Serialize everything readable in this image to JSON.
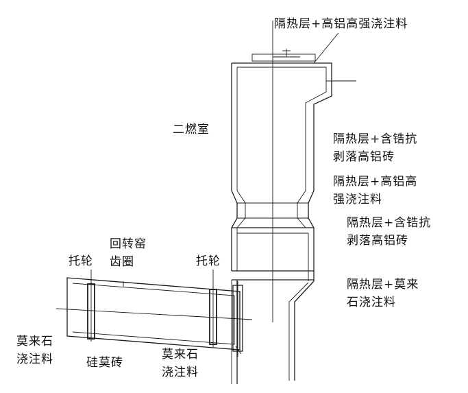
{
  "labels": {
    "top_lining": "隔热层+高铝高强浇注料",
    "second_chamber": "二燃室",
    "upper_lining_line1": "隔热层+含锆抗",
    "upper_lining_line2": "剥落高铝砖",
    "neck_lining_line1": "隔热层+高铝高",
    "neck_lining_line2": "强浇注料",
    "mid_lining_line1": "隔热层+含锆抗",
    "mid_lining_line2": "剥落高铝砖",
    "riding_ring_left": "托轮",
    "kiln_gear_line1": "回转窑",
    "kiln_gear_line2": "齿圈",
    "riding_ring_right": "托轮",
    "lower_lining_line1": "隔热层+莫来",
    "lower_lining_line2": "石浇注料",
    "kiln_inlet_line1": "莫来石",
    "kiln_inlet_line2": "浇注料",
    "kiln_body": "硅莫砖",
    "kiln_outlet_line1": "莫来石",
    "kiln_outlet_line2": "浇注料"
  }
}
